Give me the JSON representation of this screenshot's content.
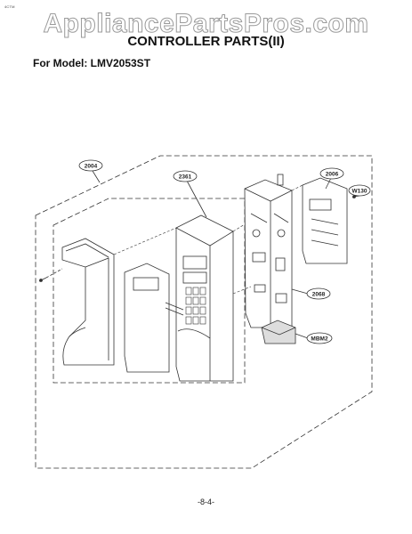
{
  "header": {
    "small_code": "4CTM",
    "watermark": "AppliancePartsPros.com",
    "title": "CONTROLLER PARTS(II)",
    "model_label": "For Model: LMV2053ST"
  },
  "callouts": [
    {
      "id": "2004"
    },
    {
      "id": "2361"
    },
    {
      "id": "2006"
    },
    {
      "id": "W130"
    },
    {
      "id": "2068"
    },
    {
      "id": "MBM2"
    }
  ],
  "footer": {
    "page_number": "-8-4-"
  },
  "colors": {
    "line": "#333333",
    "watermark_outline": "#9a9a9a"
  }
}
